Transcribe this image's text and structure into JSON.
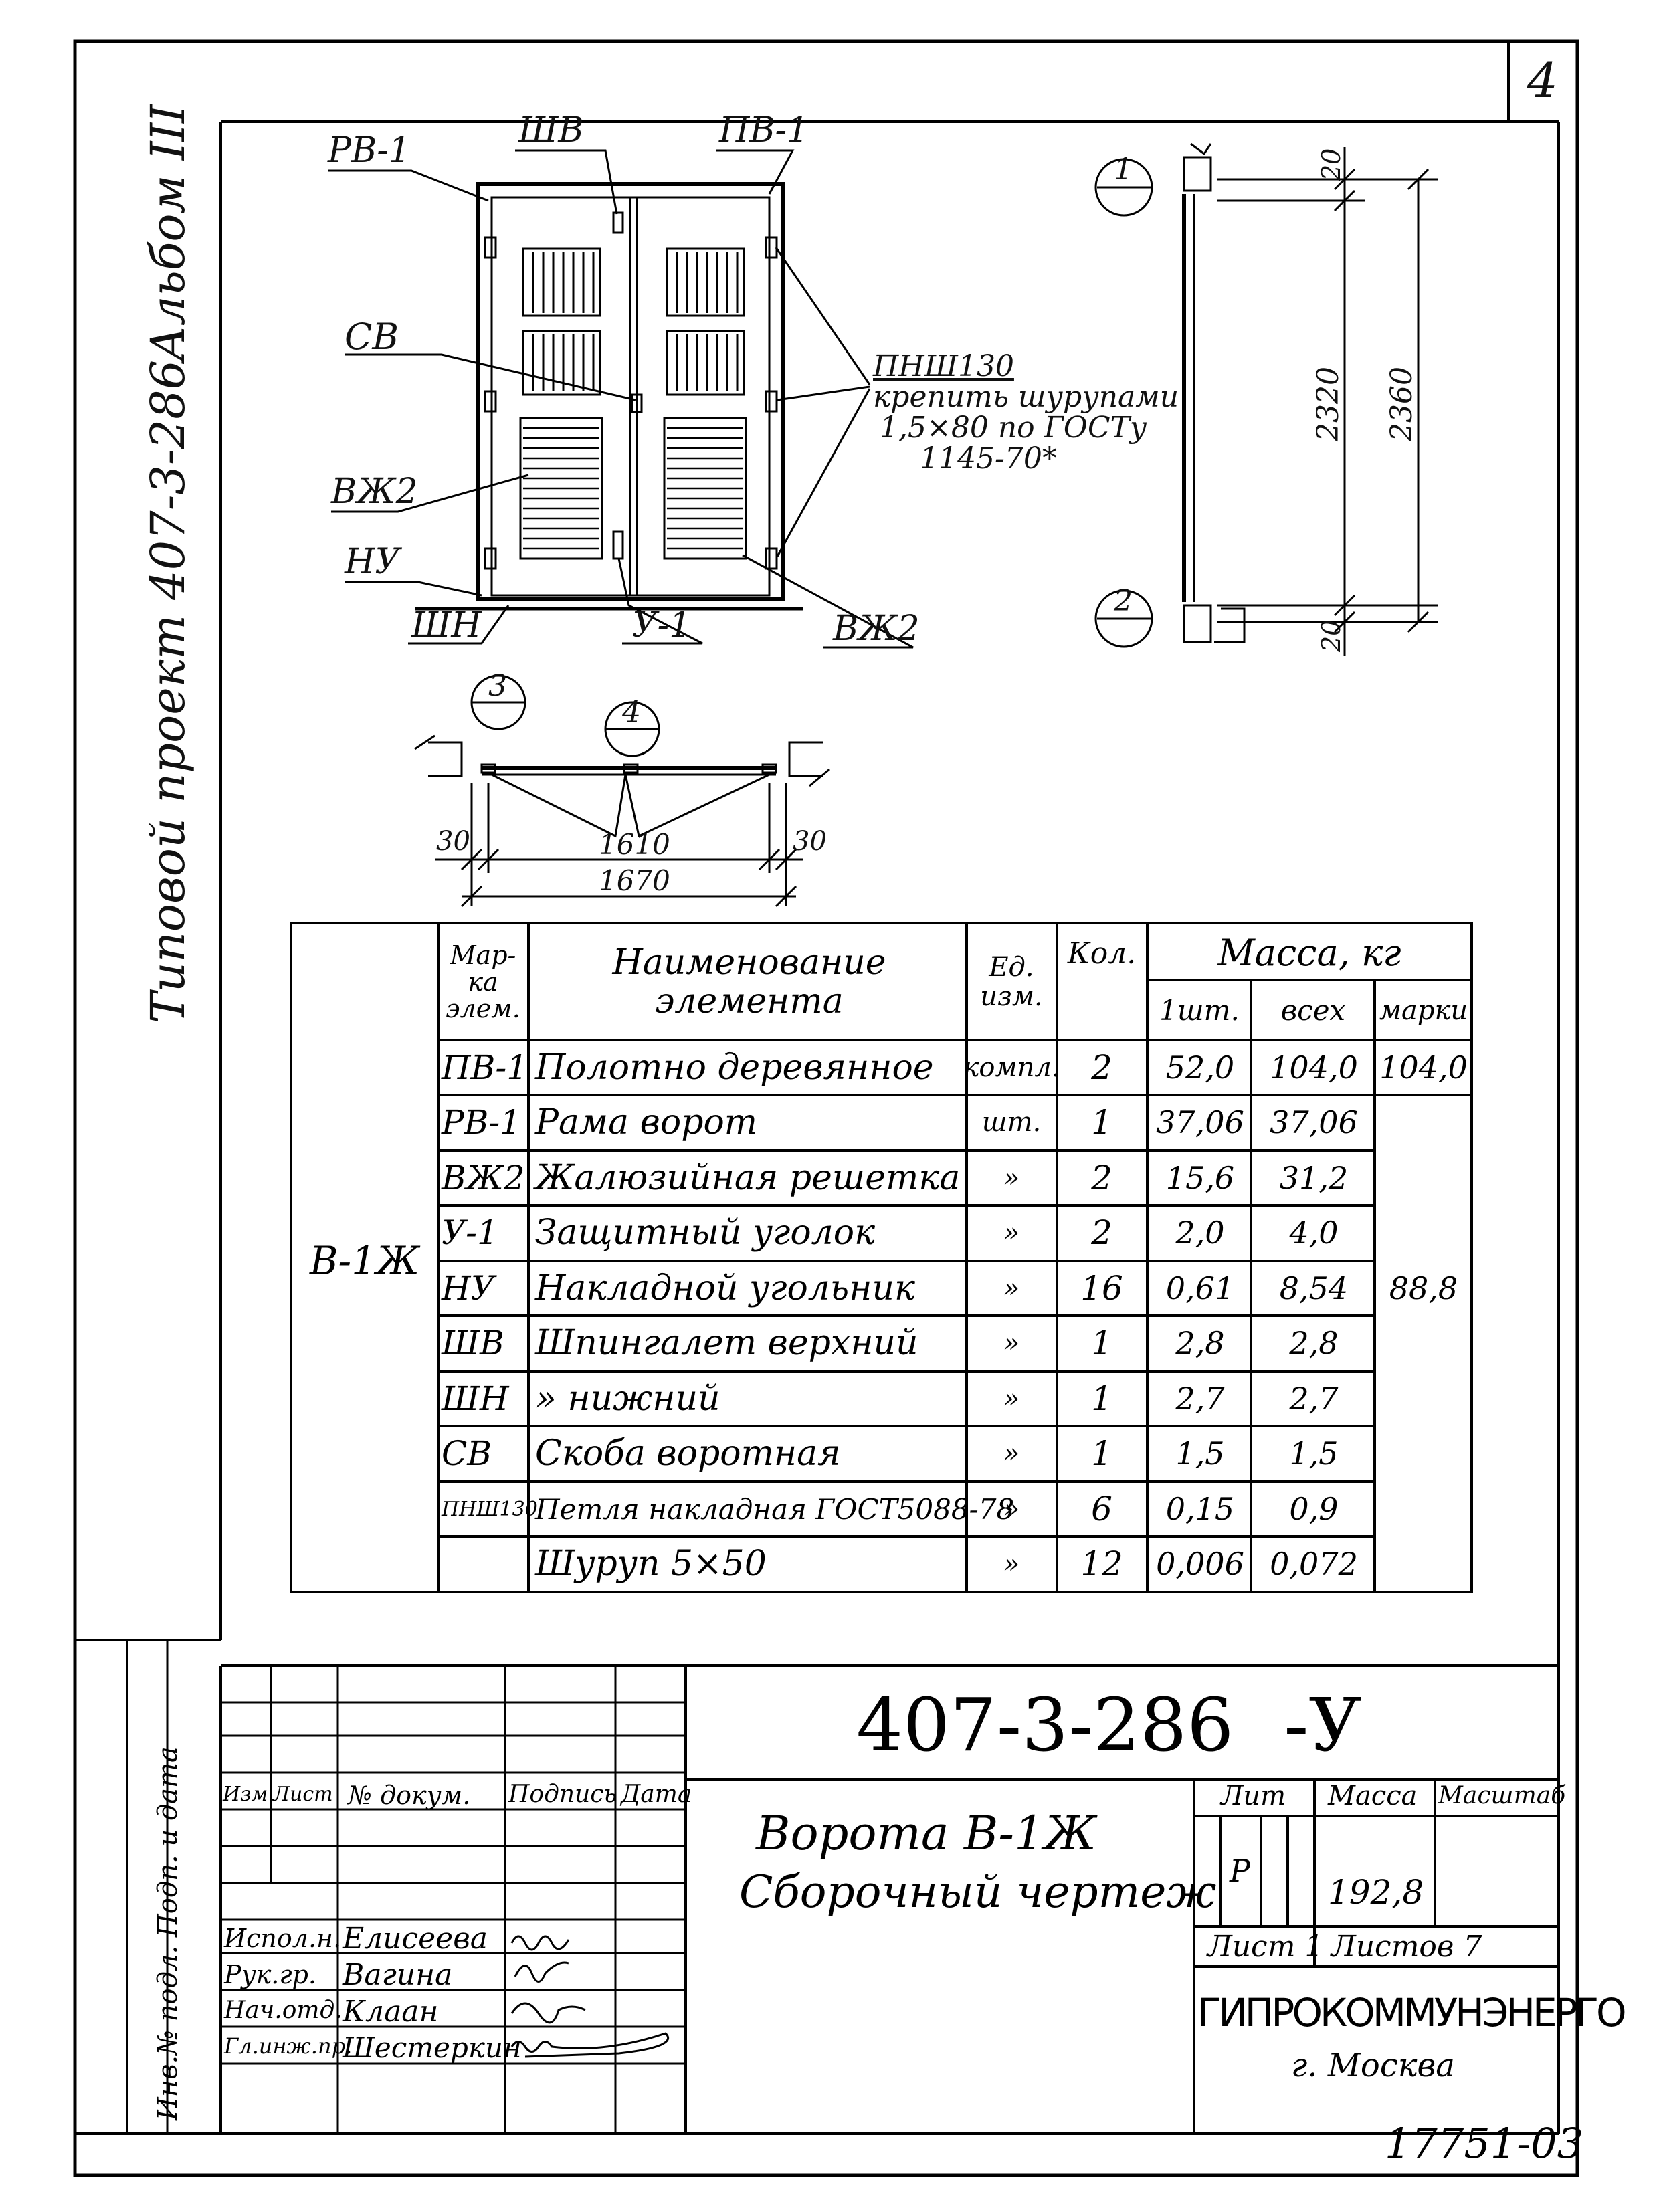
{
  "sheet_number": "4",
  "side_label": "Типовой проект 407-3-286",
  "album_label": "Альбом III",
  "drawing_labels": {
    "rv1": "РВ-1",
    "shv": "ШВ",
    "pv1": "ПВ-1",
    "sv": "СВ",
    "vzh2_left": "ВЖ2",
    "nu": "НУ",
    "shn": "ШН",
    "u1": "У-1",
    "vzh2_right": "ВЖ2",
    "hinge_note": [
      "ПНШ130",
      "крепить шурупами",
      "1,5×80 по ГОСТу",
      "1145-70*"
    ],
    "section_1": "1",
    "section_2": "2",
    "section_3": "3",
    "section_4": "4",
    "dim_20_top": "20",
    "dim_2320": "2320",
    "dim_2360": "2360",
    "dim_20_bottom": "20",
    "dim_30_left": "30",
    "dim_1610": "1610",
    "dim_30_right": "30",
    "dim_1670": "1670"
  },
  "spec_table": {
    "headers": {
      "mark": "Мар-ка элем.",
      "name": "Наименование элемента",
      "unit": "Ед. изм.",
      "qty": "Кол.",
      "mass": "Масса, кг",
      "mass_one": "1шт.",
      "mass_all": "всех",
      "mass_mark": "марки"
    },
    "group": "В-1Ж",
    "rows": [
      {
        "mark": "ПВ-1",
        "name": "Полотно деревянное",
        "unit": "компл.",
        "qty": "2",
        "one": "52,0",
        "all": "104,0",
        "brand": "104,0"
      },
      {
        "mark": "РВ-1",
        "name": "Рама ворот",
        "unit": "шт.",
        "qty": "1",
        "one": "37,06",
        "all": "37,06",
        "brand": ""
      },
      {
        "mark": "ВЖ2",
        "name": "Жалюзийная решетка",
        "unit": "»",
        "qty": "2",
        "one": "15,6",
        "all": "31,2",
        "brand": ""
      },
      {
        "mark": "У-1",
        "name": "Защитный уголок",
        "unit": "»",
        "qty": "2",
        "one": "2,0",
        "all": "4,0",
        "brand": ""
      },
      {
        "mark": "НУ",
        "name": "Накладной угольник",
        "unit": "»",
        "qty": "16",
        "one": "0,61",
        "all": "8,54",
        "brand": "88,8"
      },
      {
        "mark": "ШВ",
        "name": "Шпингалет верхний",
        "unit": "»",
        "qty": "1",
        "one": "2,8",
        "all": "2,8",
        "brand": ""
      },
      {
        "mark": "ШН",
        "name": "»          нижний",
        "unit": "»",
        "qty": "1",
        "one": "2,7",
        "all": "2,7",
        "brand": ""
      },
      {
        "mark": "СВ",
        "name": "Скоба воротная",
        "unit": "»",
        "qty": "1",
        "one": "1,5",
        "all": "1,5",
        "brand": ""
      },
      {
        "mark": "ПНШ130",
        "name": "Петля накладная ГОСТ5088-78",
        "unit": "»",
        "qty": "6",
        "one": "0,15",
        "all": "0,9",
        "brand": ""
      },
      {
        "mark": "",
        "name": "Шуруп 5×50",
        "unit": "»",
        "qty": "12",
        "one": "0,006",
        "all": "0,072",
        "brand": ""
      }
    ]
  },
  "title_block": {
    "code": "407-3-286",
    "suffix": "-У",
    "title_line1": "Ворота В-1Ж",
    "title_line2": "Сборочный чертеж",
    "col_izm": "Изм.",
    "col_list": "Лист",
    "col_doc": "№ докум.",
    "col_sign": "Подпись",
    "col_date": "Дата",
    "lit_label": "Лит",
    "mass_label": "Масса",
    "scale_label": "Масштаб",
    "lit_value": "Р",
    "mass_value": "192,8",
    "sheet_label": "Лист 1",
    "sheets_label": "Листов 7",
    "org": "ГИПРОКОММУНЭНЕРГО",
    "city": "г. Москва",
    "people": [
      {
        "role": "Испол.н.",
        "name": "Елисеева"
      },
      {
        "role": "Рук.гр.",
        "name": "Вагина"
      },
      {
        "role": "Нач.отд.",
        "name": "Клаан"
      },
      {
        "role": "Гл.инж.пр.",
        "name": "Шестеркин"
      }
    ],
    "side_stamp": "Инв.№ подл. Подп. и дата"
  },
  "footer_number": "17751-03"
}
